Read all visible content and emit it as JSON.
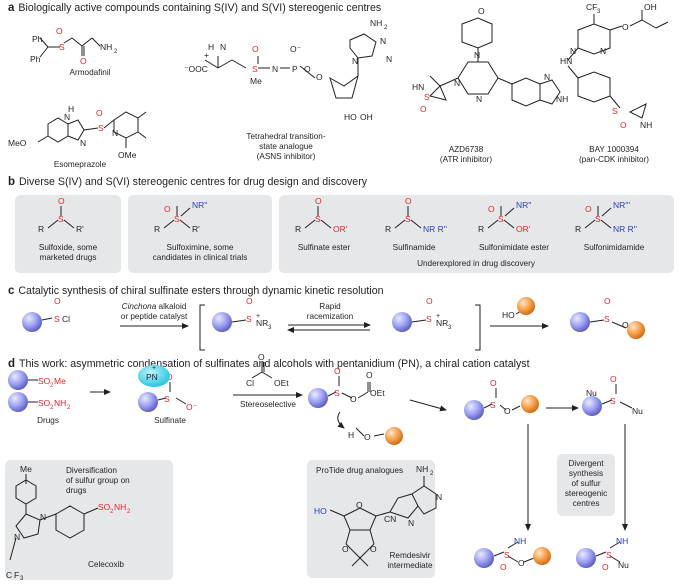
{
  "colors": {
    "sphere_blue": "#9ea1f2",
    "sphere_orange": "#f6a14b",
    "sulfur_red": "#e7242b",
    "oxygen_red": "#e7242b",
    "nitrogen_blue": "#2b3dbf",
    "cation_cyan": "#3fd9ef",
    "panel_gray": "#e6e7e8"
  },
  "panel_a": {
    "letter": "a",
    "title": "Biologically active compounds containing S(IV) and S(VI) stereogenic centres",
    "compounds": [
      {
        "name": "Armodafinil"
      },
      {
        "name": "Esomeprazole"
      },
      {
        "name_line1": "Tetrahedral transition-",
        "name_line2": "state analogue",
        "name_line3": "(ASNS inhibitor)"
      },
      {
        "name_line1": "AZD6738",
        "name_line2": "(ATR inhibitor)"
      },
      {
        "name_line1": "BAY 1000394",
        "name_line2": "(pan-CDK inhibitor)"
      }
    ]
  },
  "panel_b": {
    "letter": "b",
    "title": "Diverse S(IV) and S(VI) stereogenic centres for drug design and discovery",
    "items": [
      {
        "line1": "Sulfoxide, some",
        "line2": "marketed drugs"
      },
      {
        "line1": "Sulfoximine, some",
        "line2": "candidates in clinical trials"
      },
      {
        "line1": "Sulfinate ester"
      },
      {
        "line1": "Sulfinamide"
      },
      {
        "line1": "Sulfonimidate ester"
      },
      {
        "line1": "Sulfonimidamide"
      }
    ],
    "underexplored": "Underexplored in drug discovery"
  },
  "panel_c": {
    "letter": "c",
    "title": "Catalytic synthesis of chiral sulfinate esters through dynamic kinetic resolution",
    "catalyst_italic": "Cinchona",
    "catalyst_rest": " alkaloid",
    "catalyst_line2": "or peptide catalyst",
    "process_line1": "Rapid",
    "process_line2": "racemization"
  },
  "panel_d": {
    "letter": "d",
    "title": "This work: asymmetric condensation of sulfinates and alcohols with pentanidium (PN), a chiral cation catalyst",
    "drugs_label": "Drugs",
    "sulfinate_label": "Sulfinate",
    "stereoselective": "Stereoselective",
    "diversification_line1": "Diversification",
    "diversification_line2": "of sulfur group on",
    "diversification_line3": "drugs",
    "celecoxib": "Celecoxib",
    "protide": "ProTide drug analogues",
    "remdesivir_line1": "Remdesivir",
    "remdesivir_line2": "intermediate",
    "divergent_line1": "Divergent",
    "divergent_line2": "synthesis",
    "divergent_line3": "of sulfur",
    "divergent_line4": "stereogenic",
    "divergent_line5": "centres",
    "nu": "Nu",
    "pn": "PN"
  }
}
